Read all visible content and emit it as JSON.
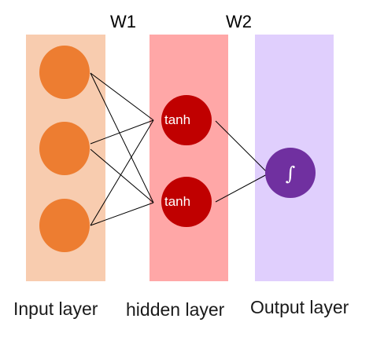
{
  "weights": {
    "w1": "W1",
    "w2": "W2"
  },
  "layers": {
    "input": {
      "label": "Input layer",
      "band_color": "#f8ccaf",
      "node_color": "#ed7d31",
      "node_count": 3
    },
    "hidden": {
      "label": "hidden layer",
      "band_color": "#ffa7a7",
      "node_color": "#c00000",
      "node_count": 2,
      "node_labels": [
        "tanh",
        "tanh"
      ]
    },
    "output": {
      "label": "Output layer",
      "band_color": "#e0cffd",
      "node_color": "#7030a0",
      "node_count": 1,
      "node_symbol": "∫"
    }
  }
}
